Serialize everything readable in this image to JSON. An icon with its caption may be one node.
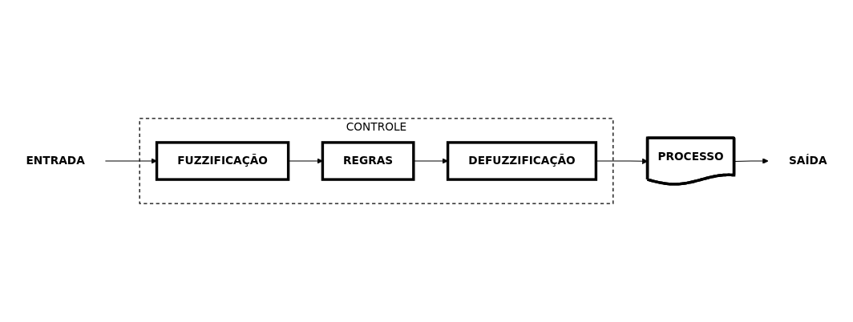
{
  "diagram": {
    "nodes": [
      {
        "text": [
          "ENTRADA"
        ]
      },
      {
        "text": [
          "CONTROLE"
        ]
      },
      {
        "text": [
          "FUZZIFICAÇÃO"
        ],
        "in": 1
      },
      {
        "text": [
          "REGRAS"
        ],
        "in": 1
      },
      {
        "text": [
          "DEFUZZIFICAÇÃO"
        ],
        "in": 1
      },
      {
        "text": [
          "PROCESSO"
        ]
      },
      {
        "text": [
          "SAÍDA"
        ]
      }
    ],
    "edges": [
      {
        "from": 0,
        "to": 2,
        "arrow": "to"
      },
      {
        "from": 2,
        "to": 3,
        "arrow": "to"
      },
      {
        "from": 3,
        "to": 4,
        "arrow": "to"
      },
      {
        "from": 4,
        "to": 5,
        "arrow": "to"
      },
      {
        "from": 5,
        "to": 6,
        "arrow": "to"
      }
    ]
  }
}
